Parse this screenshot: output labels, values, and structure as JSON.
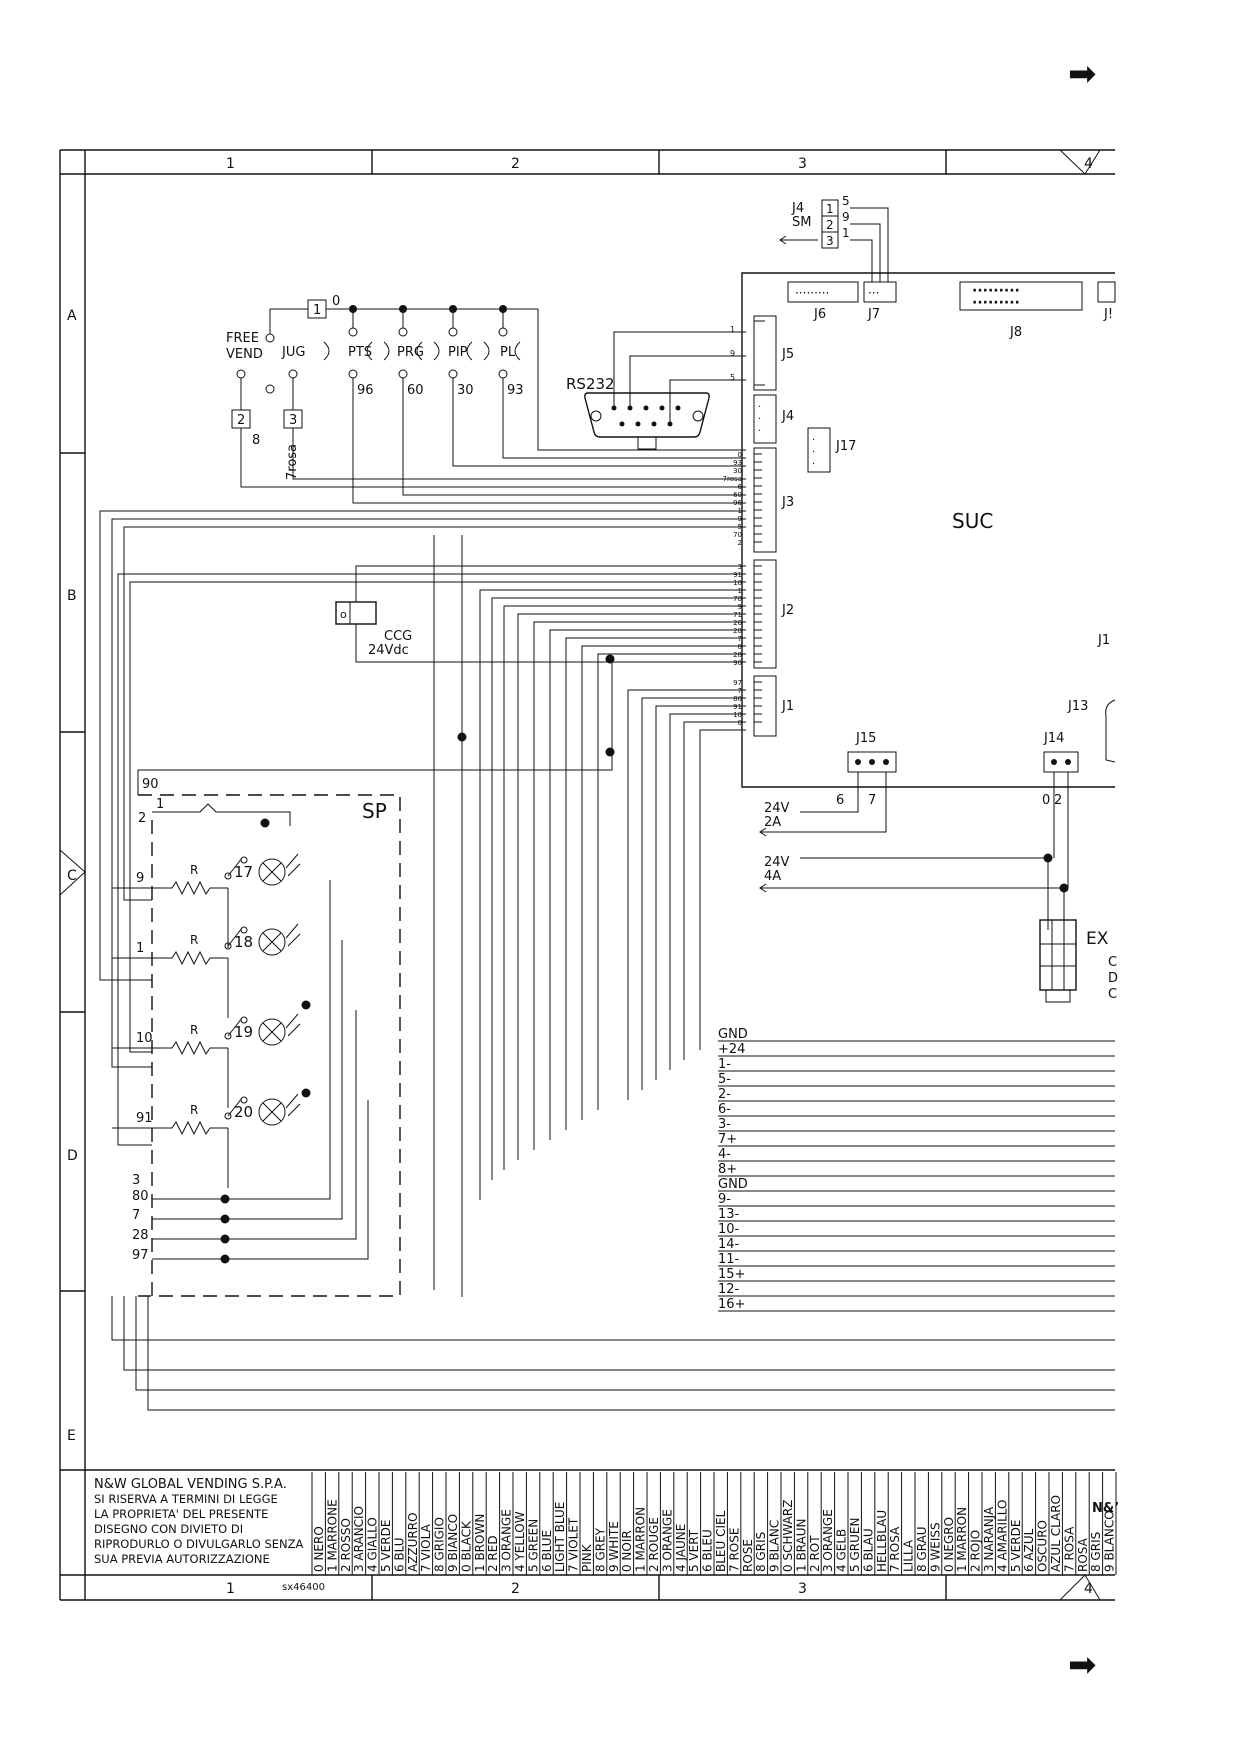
{
  "title_block": {
    "company": "N&W GLOBAL VENDING S.P.A.",
    "notice": [
      "SI RISERVA A TERMINI DI LEGGE",
      "LA PROPRIETA' DEL PRESENTE",
      "DISEGNO CON DIVIETO DI",
      "RIPRODURLO O DIVULGARLO SENZA",
      "SUA PREVIA AUTORIZZAZIONE"
    ],
    "drawing_number": "sx46400",
    "right_logo_fragment": "N&’"
  },
  "grid": {
    "columns": [
      "1",
      "2",
      "3",
      "4"
    ],
    "rows": [
      "A",
      "B",
      "C",
      "D",
      "E"
    ]
  },
  "board": {
    "name": "SUC",
    "connectors": {
      "J4_top": "J4",
      "SM": "SM",
      "J6": "J6",
      "J7": "J7",
      "J8": "J8",
      "J9_partial": "J!",
      "J5": "J5",
      "J4": "J4",
      "J17": "J17",
      "J3": "J3",
      "J2": "J2",
      "J1": "J1",
      "J15": "J15",
      "J14": "J14",
      "J13": "J13",
      "J1_partial": "J1",
      "RS232": "RS232"
    },
    "j4_pins": [
      "1",
      "2",
      "3"
    ],
    "j4_wires": [
      "5",
      "9",
      "1"
    ],
    "j5_pins": [
      "1",
      "9",
      "5"
    ],
    "j3_pins": [
      "0",
      "93",
      "30",
      "7rosa",
      "6",
      "60",
      "96",
      "1",
      "9",
      "5",
      "70",
      "2"
    ],
    "j2_pins": [
      "3",
      "91",
      "10",
      "1",
      "70",
      "9",
      "71",
      "26",
      "20",
      "7",
      "8",
      "28",
      "90"
    ],
    "j1_pins": [
      "97",
      "7",
      "80",
      "91",
      "10",
      "0"
    ],
    "j15_wires": [
      "6",
      "7"
    ],
    "j14_wires": [
      "0",
      "2"
    ],
    "ex_label": "EX",
    "ex_side_letters": [
      "C",
      "D",
      "C"
    ]
  },
  "switches": {
    "box1": "1",
    "wire0": "0",
    "free_vend": [
      "FREE",
      "VEND"
    ],
    "jug": "JUG",
    "labels": [
      "PTS",
      "PRG",
      "PIP",
      "PL"
    ],
    "wires": [
      "96",
      "60",
      "30",
      "93"
    ],
    "box2": "2",
    "box3": "3",
    "wire8": "8",
    "wire7rosa": "7rosa"
  },
  "ccg": {
    "name": "CCG",
    "voltage": "24Vdc",
    "mark": "o"
  },
  "power": [
    {
      "volt": "24V",
      "amp": "2A"
    },
    {
      "volt": "24V",
      "amp": "4A"
    }
  ],
  "sp_box": {
    "label": "SP",
    "wire_90": "90",
    "contact_1": "1",
    "contact_2": "2",
    "lamps": [
      {
        "wire": "9",
        "r": "R",
        "num": "17"
      },
      {
        "wire": "1",
        "r": "R",
        "num": "18"
      },
      {
        "wire": "10",
        "r": "R",
        "num": "19"
      },
      {
        "wire": "91",
        "r": "R",
        "num": "20"
      }
    ],
    "bottom_wires": [
      "3",
      "80",
      "7",
      "28",
      "97"
    ]
  },
  "cable_labels": [
    "GND",
    "+24",
    "1-",
    "5-",
    "2-",
    "6-",
    "3-",
    "7+",
    "4-",
    "8+",
    "GND",
    "9-",
    "13-",
    "10-",
    "14-",
    "11-",
    "15+",
    "12-",
    "16+"
  ],
  "color_legend": [
    {
      "lang": "it",
      "entries": [
        "0 NERO",
        "1 MARRONE",
        "2 ROSSO",
        "3 ARANCIO",
        "4 GIALLO",
        "5 VERDE",
        "6 BLU",
        "AZZURRO",
        "7 VIOLA",
        "8 GRIGIO",
        "9 BIANCO"
      ]
    },
    {
      "lang": "en",
      "entries": [
        "0 BLACK",
        "1 BROWN",
        "2 RED",
        "3 ORANGE",
        "4 YELLOW",
        "5 GREEN",
        "6 BLUE",
        "LIGHT BLUE",
        "7 VIOLET",
        "PINK",
        "8 GREY",
        "9 WHITE"
      ]
    },
    {
      "lang": "fr",
      "entries": [
        "0 NOIR",
        "1 MARRON",
        "2 ROUGE",
        "3 ORANGE",
        "4 JAUNE",
        "5 VERT",
        "6 BLEU",
        "BLEU CIEL",
        "7 ROSE",
        "ROSE",
        "8 GRIS",
        "9 BLANC"
      ]
    },
    {
      "lang": "de",
      "entries": [
        "0 SCHWARZ",
        "1 BRAUN",
        "2 ROT",
        "3 ORANGE",
        "4 GELB",
        "5 GRUEN",
        "6 BLAU",
        "HELLBLAU",
        "7 ROSA",
        "LILLA",
        "8 GRAU",
        "9 WEISS"
      ]
    },
    {
      "lang": "es",
      "entries": [
        "0 NEGRO",
        "1 MARRON",
        "2 ROJO",
        "3 NARANJA",
        "4 AMARILLO",
        "5 VERDE",
        "6 AZUL",
        "OSCURO",
        "AZUL CLARO",
        "7 ROSA",
        "ROSA",
        "8 GRIS",
        "9 BLANCO"
      ]
    }
  ],
  "page_arrows": [
    "➡",
    "➡"
  ]
}
